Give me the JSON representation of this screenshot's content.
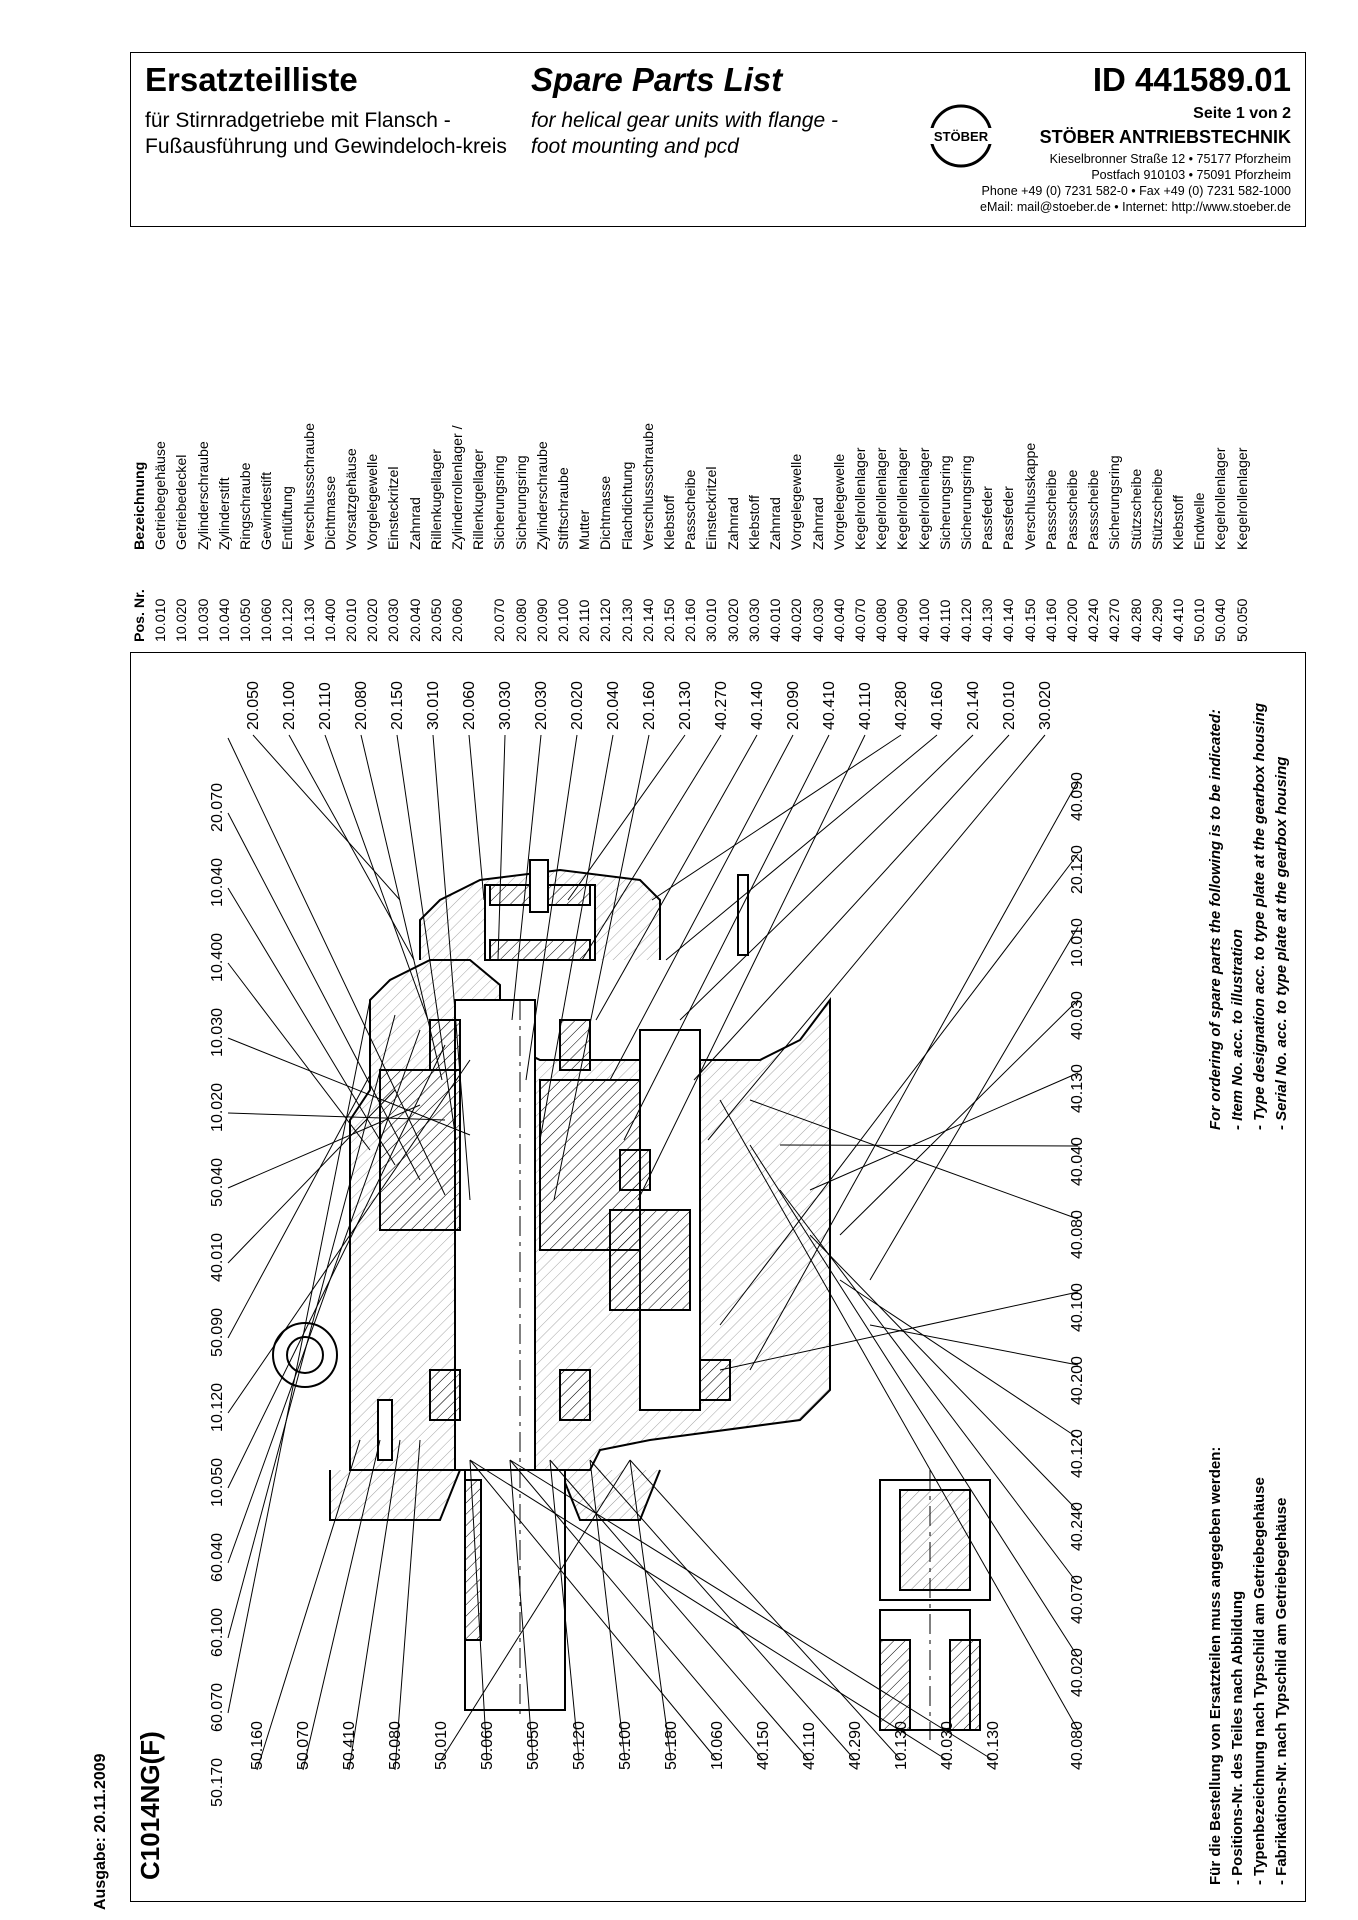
{
  "header": {
    "title_de": "Ersatzteilliste",
    "subtitle_de": "für Stirnradgetriebe mit Flansch - Fußausführung und Gewindeloch-kreis",
    "title_en": "Spare Parts List",
    "subtitle_en": "for helical gear units with flange - foot mounting and pcd",
    "doc_id": "ID 441589.01",
    "page": "Seite 1 von 2",
    "logo_text": "STÖBER",
    "brand": "STÖBER ANTRIEBSTECHNIK",
    "address_1": "Kieselbronner Straße 12 • 75177 Pforzheim",
    "address_2": "Postfach 910103 • 75091 Pforzheim",
    "address_3": "Phone +49 (0) 7231 582-0 • Fax +49 (0) 7231 582-1000",
    "address_4": "eMail: mail@stoeber.de • Internet: http://www.stoeber.de"
  },
  "edition": "Ausgabe: 20.11.2009",
  "model": "C1014NG(F)",
  "parts_table": {
    "col_pos": "Pos. Nr.",
    "col_name": "Bezeichnung",
    "rows": [
      [
        "10.010",
        "Getriebegehäuse"
      ],
      [
        "10.020",
        "Getriebedeckel"
      ],
      [
        "10.030",
        "Zylinderschraube"
      ],
      [
        "10.040",
        "Zylinderstift"
      ],
      [
        "10.050",
        "Ringschraube"
      ],
      [
        "10.060",
        "Gewindestift"
      ],
      [
        "10.120",
        "Entlüftung"
      ],
      [
        "10.130",
        "Verschlussschraube"
      ],
      [
        "10.400",
        "Dichtmasse"
      ],
      [
        "20.010",
        "Vorsatzgehäuse"
      ],
      [
        "20.020",
        "Vorgelegewelle"
      ],
      [
        "20.030",
        "Einsteckritzel"
      ],
      [
        "20.040",
        "Zahnrad"
      ],
      [
        "20.050",
        "Rillenkugellager"
      ],
      [
        "20.060",
        "Zylinderrollenlager /"
      ],
      [
        "",
        "Rillenkugellager"
      ],
      [
        "20.070",
        "Sicherungsring"
      ],
      [
        "20.080",
        "Sicherungsring"
      ],
      [
        "20.090",
        "Zylinderschraube"
      ],
      [
        "20.100",
        "Stiftschraube"
      ],
      [
        "20.110",
        "Mutter"
      ],
      [
        "20.120",
        "Dichtmasse"
      ],
      [
        "20.130",
        "Flachdichtung"
      ],
      [
        "20.140",
        "Verschlussschraube"
      ],
      [
        "20.150",
        "Klebstoff"
      ],
      [
        "20.160",
        "Passscheibe"
      ],
      [
        "30.010",
        "Einsteckritzel"
      ],
      [
        "30.020",
        "Zahnrad"
      ],
      [
        "30.030",
        "Klebstoff"
      ],
      [
        "40.010",
        "Zahnrad"
      ],
      [
        "40.020",
        "Vorgelegewelle"
      ],
      [
        "40.030",
        "Zahnrad"
      ],
      [
        "40.040",
        "Vorgelegewelle"
      ],
      [
        "40.070",
        "Kegelrollenlager"
      ],
      [
        "40.080",
        "Kegelrollenlager"
      ],
      [
        "40.090",
        "Kegelrollenlager"
      ],
      [
        "40.100",
        "Kegelrollenlager"
      ],
      [
        "40.110",
        "Sicherungsring"
      ],
      [
        "40.120",
        "Sicherungsring"
      ],
      [
        "40.130",
        "Passfeder"
      ],
      [
        "40.140",
        "Passfeder"
      ],
      [
        "40.150",
        "Verschlusskappe"
      ],
      [
        "40.160",
        "Passscheibe"
      ],
      [
        "40.200",
        "Passscheibe"
      ],
      [
        "40.240",
        "Passscheibe"
      ],
      [
        "40.270",
        "Sicherungsring"
      ],
      [
        "40.280",
        "Stützscheibe"
      ],
      [
        "40.290",
        "Stützscheibe"
      ],
      [
        "40.410",
        "Klebstoff"
      ],
      [
        "50.010",
        "Endwelle"
      ],
      [
        "50.040",
        "Kegelrollenlager"
      ],
      [
        "50.050",
        "Kegelrollenlager"
      ]
    ]
  },
  "callouts": {
    "top": [
      "50.170",
      "60.070",
      "60.100",
      "60.040",
      "10.050",
      "10.120",
      "50.090",
      "40.010",
      "50.040",
      "10.020",
      "10.030",
      "10.400",
      "10.040",
      "20.070"
    ],
    "right": [
      "20.050",
      "20.100",
      "20.110",
      "20.080",
      "20.150",
      "30.010",
      "20.060",
      "30.030",
      "20.030",
      "20.020",
      "20.040",
      "20.160",
      "20.130",
      "40.270",
      "40.140",
      "20.090",
      "40.410",
      "40.110",
      "40.280",
      "40.160",
      "20.140",
      "20.010",
      "30.020"
    ],
    "left": [
      "50.160",
      "50.070",
      "50.410",
      "50.080",
      "50.010",
      "50.060",
      "50.050",
      "50.120",
      "50.100",
      "50.180",
      "10.060",
      "40.150",
      "40.110",
      "40.290",
      "10.130",
      "40.030",
      "40.130"
    ],
    "bottom": [
      "40.080",
      "40.020",
      "40.070",
      "40.240",
      "40.120",
      "40.200",
      "40.100",
      "40.080",
      "40.040",
      "40.130",
      "40.030",
      "10.010",
      "20.120",
      "40.090"
    ]
  },
  "order_note_de": {
    "title": "Für die Bestellung von Ersatzteilen muss angegeben werden:",
    "l1": "- Positions-Nr. des Teiles nach Abbildung",
    "l2": "- Typenbezeichnung nach Typschild am Getriebegehäuse",
    "l3": "- Fabrikations-Nr. nach Typschild am Getriebegehäuse"
  },
  "order_note_en": {
    "title": "For ordering of spare parts the following is to be indicated:",
    "l1": "- Item No. acc. to illustration",
    "l2": "- Type designation acc. to type plate at the gearbox housing",
    "l3": "- Serial No. acc. to type plate at the gearbox housing"
  }
}
